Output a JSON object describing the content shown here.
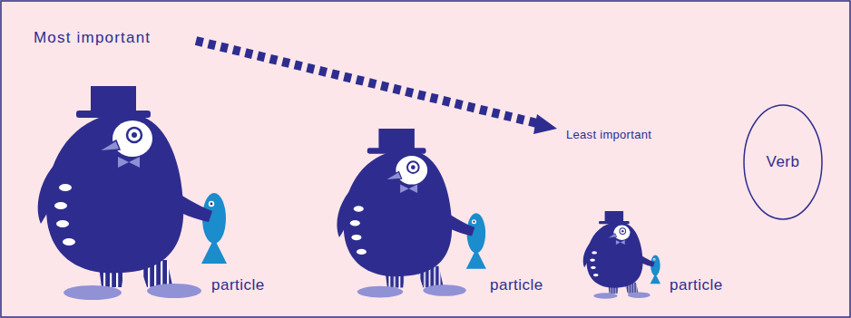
{
  "diagram": {
    "nodes": [
      {
        "text": [
          "Verb"
        ]
      }
    ],
    "labels": [
      "Most important",
      "Least important",
      "particle",
      "particle",
      "particle"
    ]
  }
}
